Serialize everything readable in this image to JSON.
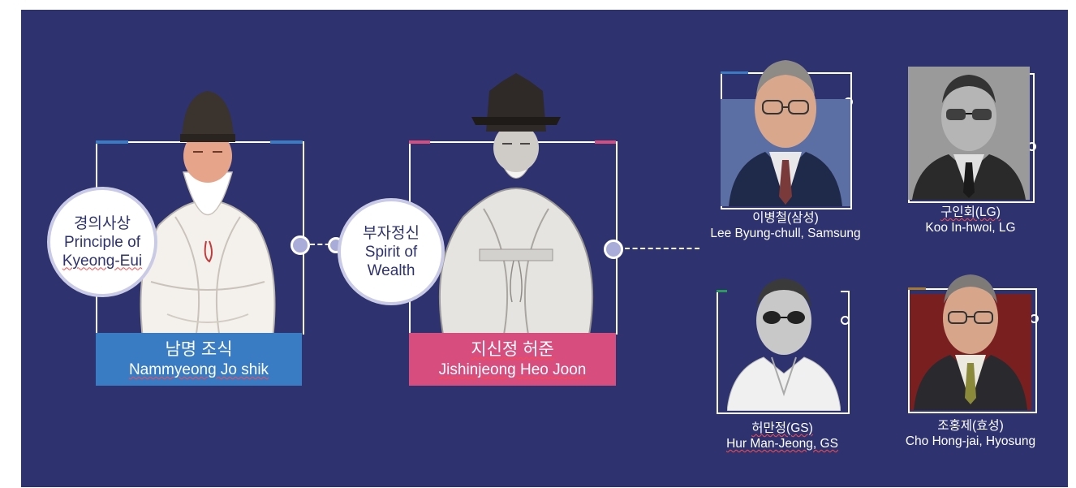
{
  "left_figure": {
    "circle_ko": "경의사상",
    "circle_en_1": "Principle of",
    "circle_en_2": "Kyeong-Eui",
    "name_ko": "남명 조식",
    "name_en": "Nammyeong Jo shik",
    "color": "#3a7cc4"
  },
  "middle_figure": {
    "circle_ko": "부자정신",
    "circle_en_1": "Spirit of",
    "circle_en_2": "Wealth",
    "name_ko": "지신정 허준",
    "name_en": "Jishinjeong Heo Joon",
    "color": "#d64d7e"
  },
  "people": [
    {
      "name_ko": "이병철(삼성)",
      "name_en": "Lee Byung-chull, Samsung",
      "accent": "#3a7cc4"
    },
    {
      "name_ko": "구인회(LG)",
      "name_en": "Koo In-hwoi, LG",
      "accent": "#d64d7e"
    },
    {
      "name_ko": "허만정(GS)",
      "name_en": "Hur Man-Jeong, GS",
      "accent": "#2a9a5a"
    },
    {
      "name_ko": "조홍제(효성)",
      "name_en": "Cho Hong-jai, Hyosung",
      "accent": "#a67a2a"
    }
  ],
  "colors": {
    "background": "#2e3370",
    "frame": "#ffffff"
  }
}
